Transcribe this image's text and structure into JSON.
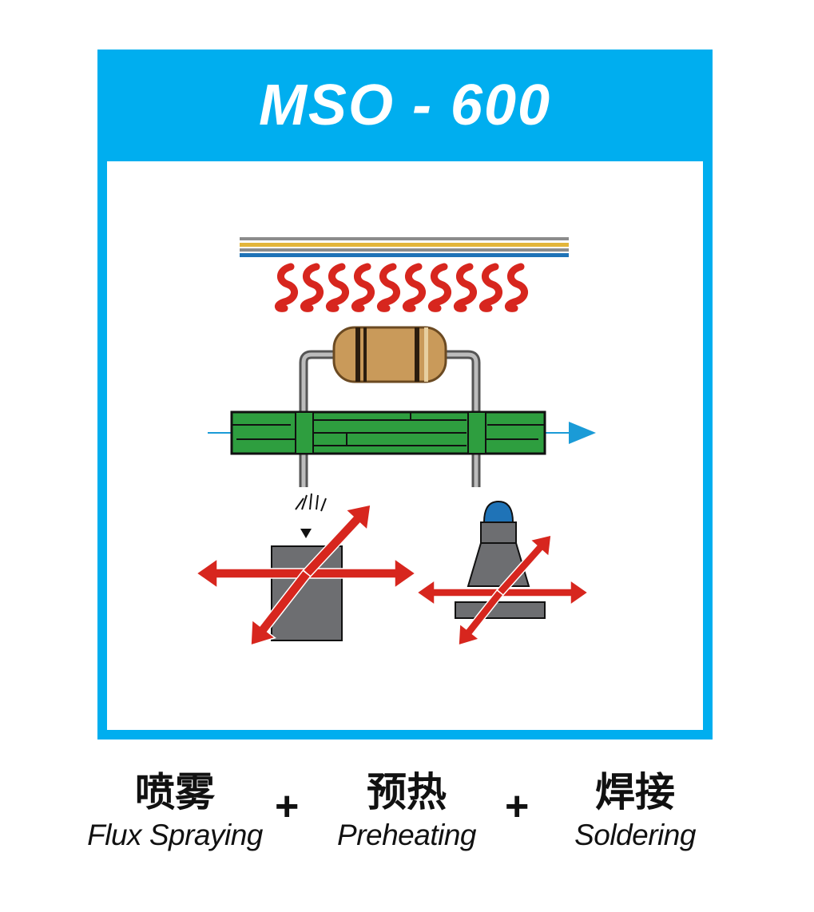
{
  "title": "MSO - 600",
  "colors": {
    "frame": "#00aeef",
    "board": "#2e9e3f",
    "heat_wave": "#d7261e",
    "arrow": "#d7261e",
    "flow_arrow": "#1a9bd7",
    "resistor": "#c99a5a",
    "nozzle": "#6d6e71",
    "nozzle_tip": "#1f73b7",
    "heater_gold": "#e3b53a",
    "heater_gray": "#8c8c8c"
  },
  "icons": {
    "heater": "heater-bar-icon",
    "heat_waves": "heat-wave-icon",
    "resistor": "resistor-icon",
    "pcb": "pcb-board-icon",
    "spray_nozzle": "spray-nozzle-icon",
    "solder_nozzle": "solder-nozzle-icon",
    "direction": "conveyor-arrow-icon"
  },
  "steps": [
    {
      "cn": "喷雾",
      "en": "Flux Spraying"
    },
    {
      "cn": "预热",
      "en": "Preheating"
    },
    {
      "cn": "焊接",
      "en": "Soldering"
    }
  ],
  "separator": "+"
}
